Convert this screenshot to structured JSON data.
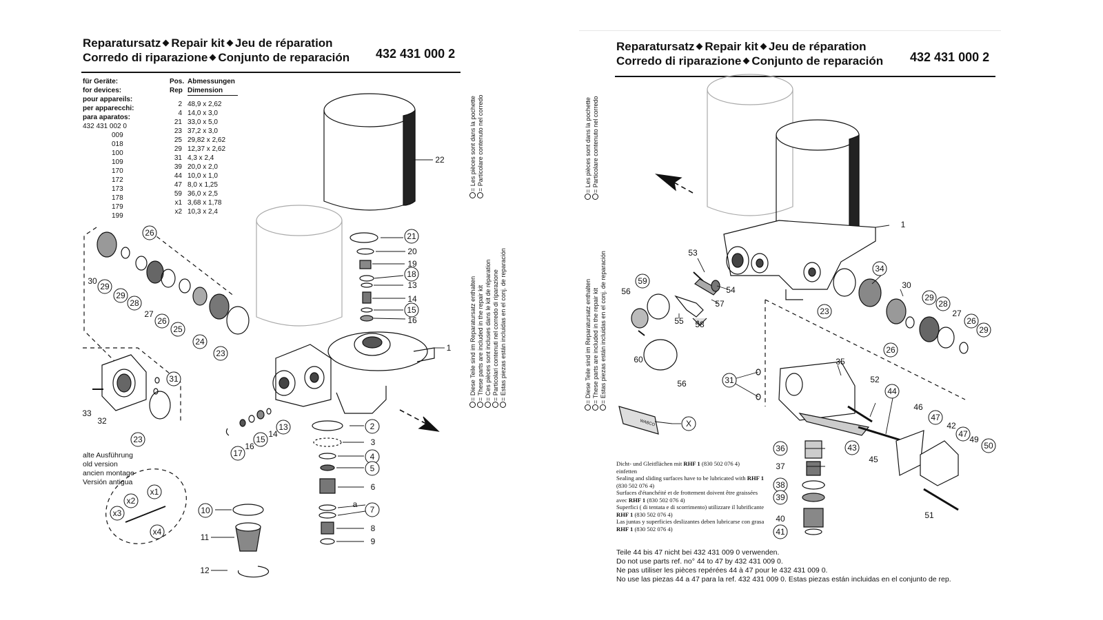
{
  "header": {
    "line1": [
      "Reparatursatz",
      "Repair kit",
      "Jeu de réparation"
    ],
    "line2": [
      "Corredo di riparazione",
      "Conjunto de reparación"
    ],
    "part_number": "432 431 000 2"
  },
  "left": {
    "for_devices_labels": [
      "für Geräte:",
      "for devices:",
      "pour appareils:",
      "per apparecchi:",
      "para aparatos:"
    ],
    "devices_first": "432  431  002  0",
    "devices": [
      "009",
      "018",
      "100",
      "109",
      "170",
      "172",
      "173",
      "178",
      "179",
      "199"
    ],
    "table_header": {
      "pos1": "Pos.",
      "pos2": "Rep",
      "dim1": "Abmessungen",
      "dim2": "Dimension"
    },
    "table_rows": [
      {
        "pos": "2",
        "dim": "48,9 x 2,62"
      },
      {
        "pos": "4",
        "dim": "14,0 x 3,0"
      },
      {
        "pos": "21",
        "dim": "33,0 x 5,0"
      },
      {
        "pos": "23",
        "dim": "37,2 x 3,0"
      },
      {
        "pos": "25",
        "dim": "29,82 x 2,62"
      },
      {
        "pos": "29",
        "dim": "12,37 x 2,62"
      },
      {
        "pos": "31",
        "dim": "4,3 x 2,4"
      },
      {
        "pos": "39",
        "dim": "20,0 x 2,0"
      },
      {
        "pos": "44",
        "dim": "10,0 x 1,0"
      },
      {
        "pos": "47",
        "dim": "8,0 x 1,25"
      },
      {
        "pos": "59",
        "dim": "36,0 x 2,5"
      },
      {
        "pos": "x1",
        "dim": "3,68 x 1,78"
      },
      {
        "pos": "x2",
        "dim": "10,3 x 2,4"
      }
    ],
    "note_pouch": [
      "= Les pièces sont dans la pochette",
      "= Particolare contenuto nel corredo"
    ],
    "note_kit": [
      "= Diese Teile sind im Reparatursatz enthalten",
      "= These parts are included in the repair kit",
      "= Ces pièces sont incluses dans le kit de réparation",
      "= Particolari contenuti nel corredo di riparazione",
      "= Estas piezas están incluidas en el conj. de reparación"
    ],
    "old_version": [
      "alte Ausführung",
      "old version",
      "ancien montage",
      "Versión antigua"
    ],
    "callouts": {
      "c22": "22",
      "c21": "21",
      "c20": "20",
      "c19": "19",
      "c18": "18",
      "c13": "13",
      "c14": "14",
      "c15": "15",
      "c16": "16",
      "c1": "1",
      "c26": "26",
      "c30": "30",
      "c29": "29",
      "c28": "28",
      "c27": "27",
      "c25": "25",
      "c24": "24",
      "c23": "23",
      "c31": "31",
      "c33": "33",
      "c32": "32",
      "c23b": "23",
      "c17": "17",
      "c16b": "16",
      "c15b": "15",
      "c14b": "14",
      "c13b": "13",
      "c2": "2",
      "c3": "3",
      "c4": "4",
      "c5": "5",
      "c6": "6",
      "ca": "a",
      "c7": "7",
      "c8": "8",
      "c9": "9",
      "c10": "10",
      "c11": "11",
      "c12": "12",
      "x1": "x1",
      "x2": "x2",
      "x3": "x3",
      "x4": "x4"
    }
  },
  "right": {
    "note_pouch": [
      "= Les pièces sont dans la pochette",
      "= Particolare contenuto nel corredo"
    ],
    "note_kit": [
      "= Diese Teile sind im Reparatursatz enthalten",
      "= These parts are included in the repair kit",
      "= Estas piezas están incluidas en el conj. de reparación"
    ],
    "lubrication": {
      "de": "Dicht- und Gleitflächen mit",
      "de_code": "RHF 1",
      "de_num": "(830 502 076 4)",
      "de_end": "einfetten",
      "en": "Sealing and sliding surfaces have to be lubricated with",
      "en_code": "RHF 1",
      "en_num": "(830 502 076 4)",
      "fr": "Surfaces d'étanchéité et de frottement doivent être graissées avec",
      "fr_code": "RHF 1",
      "fr_num": "(830 502 076 4)",
      "it": "Superfici ( di tentata e di scorrimento) utilizzare il lubrificante",
      "it_code": "RHF 1",
      "it_num": "(830 502 076 4)",
      "es": "Las juntas y superficies deslizantes deben lubricarse con grasa",
      "es_code": "RHF 1",
      "es_num": "(830 502 076 4)"
    },
    "tube_label": "WABCO",
    "footer": [
      "Teile 44 bis 47 nicht bei 432 431 009 0 verwenden.",
      "Do not use parts ref. no° 44 to 47 by 432 431 009 0.",
      "Ne pas utiliser les pièces repérées 44 à 47 pour le 432 431 009 0.",
      "No use las piezas 44 a 47 para la ref. 432 431 009 0. Estas piezas están incluidas en el conjunto de rep."
    ],
    "callouts": {
      "c1": "1",
      "c53": "53",
      "c56": "56",
      "c59": "59",
      "c54": "54",
      "c57": "57",
      "c55": "55",
      "c58": "58",
      "c34": "34",
      "c30": "30",
      "c23": "23",
      "c29": "29",
      "c28": "28",
      "c27": "27",
      "c26": "26",
      "c29b": "29",
      "c26b": "26",
      "c60": "60",
      "c56b": "56",
      "c31": "31",
      "c35": "35",
      "c52": "52",
      "c44": "44",
      "c46": "46",
      "c47": "47",
      "c42": "42",
      "c47b": "47",
      "c49": "49",
      "c50": "50",
      "cX": "X",
      "c43": "43",
      "c45": "45",
      "c51": "51",
      "c36": "36",
      "c37": "37",
      "c38": "38",
      "c39": "39",
      "c40": "40",
      "c41": "41"
    }
  }
}
